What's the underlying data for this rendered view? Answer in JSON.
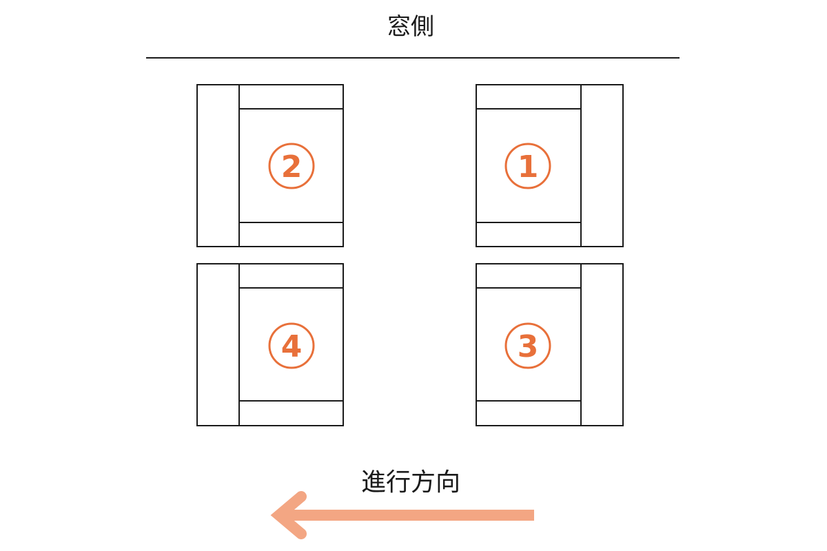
{
  "window_label": "窓側",
  "direction_label": "進行方向",
  "colors": {
    "line": "#1a1a1a",
    "accent": "#e8703a",
    "arrow": "#f3a683"
  },
  "seats": [
    {
      "number": "2",
      "facing": "right"
    },
    {
      "number": "1",
      "facing": "left"
    },
    {
      "number": "4",
      "facing": "right"
    },
    {
      "number": "3",
      "facing": "left"
    }
  ]
}
